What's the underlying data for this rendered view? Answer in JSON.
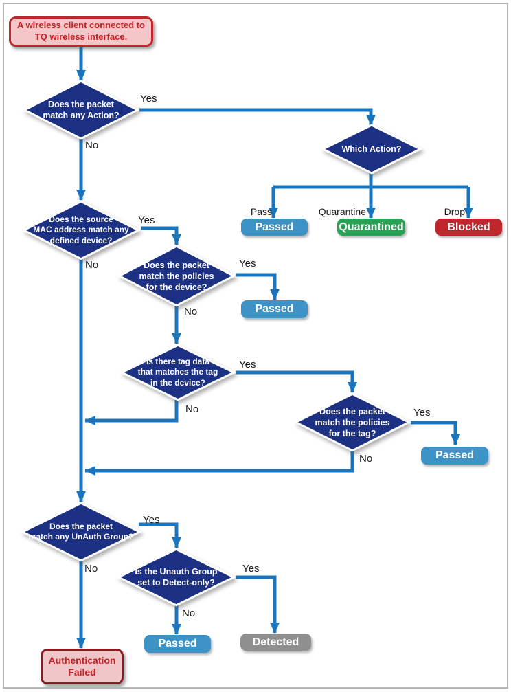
{
  "start": {
    "text": "A wireless client connected to\nTQ wireless interface."
  },
  "decisions": {
    "match_action": "Does the packet\nmatch any Action?",
    "which_action": "Which Action?",
    "source_mac": "Does the source\nMAC address match any\ndefined device?",
    "policies_device": "Does the packet\nmatch the policies\nfor the device?",
    "tag_data": "Is there tag data\nthat matches the tag\nin the device?",
    "policies_tag": "Does the packet\nmatch the policies\nfor the tag?",
    "unauth_group": "Does the packet\nmatch any UnAuth Group?",
    "detect_only": "Is the Unauth Group\nset to Detect-only?"
  },
  "labels": {
    "yes": "Yes",
    "no": "No"
  },
  "action_branches": {
    "pass": "Pass",
    "quarantine": "Quarantine",
    "drop": "Drop"
  },
  "results": {
    "passed": "Passed",
    "quarantined": "Quarantined",
    "blocked": "Blocked",
    "detected": "Detected",
    "auth_failed": "Authentication\nFailed"
  },
  "colors": {
    "line": "#1b75bc",
    "diamond": "#1c3084",
    "passed": "#3e93c6",
    "quarantined": "#27a355",
    "blocked": "#c0272d",
    "detected": "#8f8f8f",
    "start_border": "#c0272d",
    "start_bg": "#f3c7c7",
    "start_text": "#c42127",
    "auth_border": "#8b1b20",
    "auth_bg": "#f0c6c8",
    "label_text": "#1a1a1a"
  }
}
